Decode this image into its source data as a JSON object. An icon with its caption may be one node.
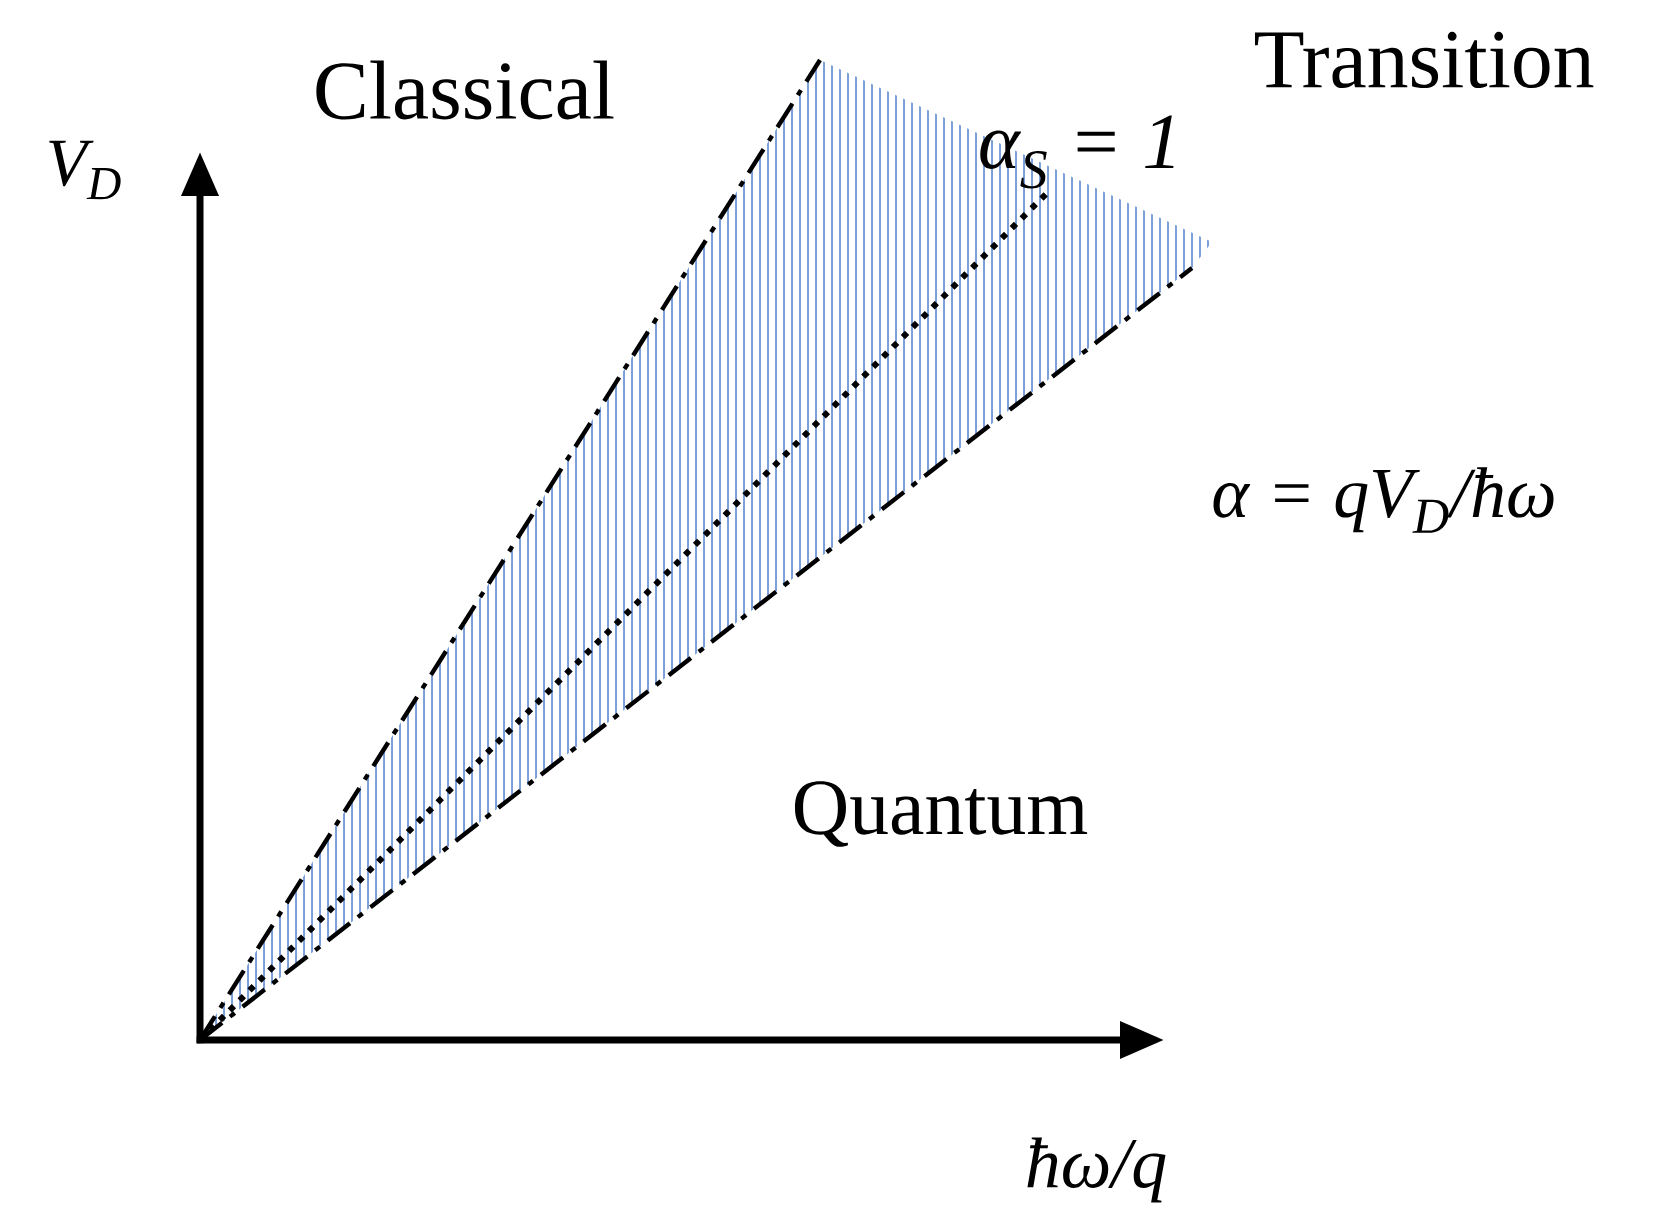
{
  "diagram": {
    "labels": [
      "V$_{D}$",
      "Classical",
      "Transition",
      "α$_{S}$ = 1",
      "α = qV$_{D}$/ħω",
      "Quantum",
      "ħω/q"
    ]
  }
}
